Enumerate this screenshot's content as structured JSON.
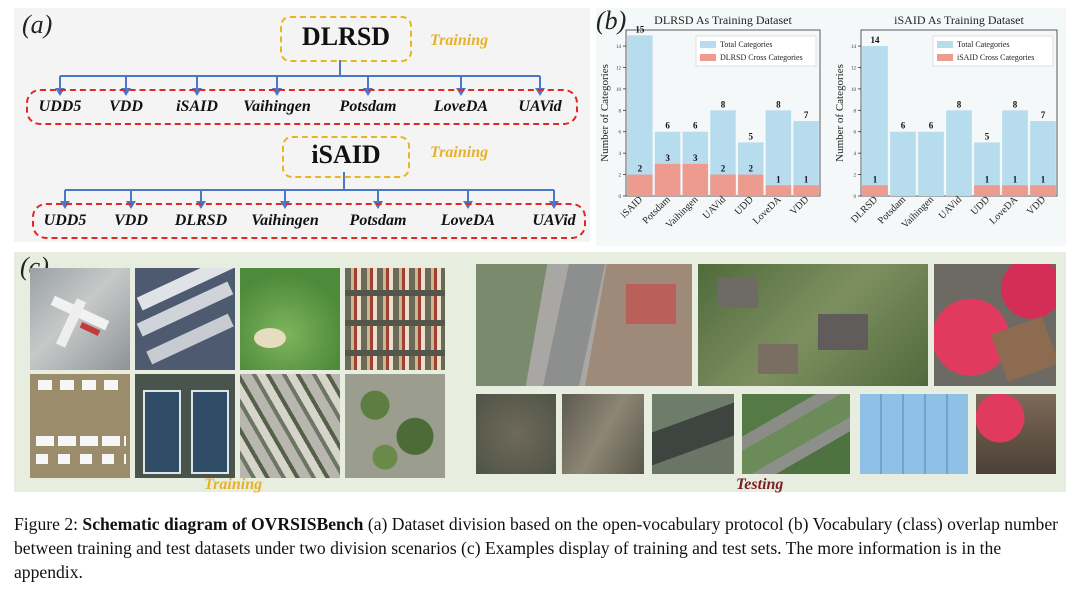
{
  "panel_a": {
    "letter": "(a)",
    "groups": [
      {
        "root": "DLRSD",
        "tag": "Training",
        "leaves": [
          "UDD5",
          "VDD",
          "iSAID",
          "Vaihingen",
          "Potsdam",
          "LoveDA",
          "UAVid"
        ]
      },
      {
        "root": "iSAID",
        "tag": "Training",
        "leaves": [
          "UDD5",
          "VDD",
          "DLRSD",
          "Vaihingen",
          "Potsdam",
          "LoveDA",
          "UAVid"
        ]
      }
    ]
  },
  "panel_b": {
    "letter": "(b)"
  },
  "chart_data": [
    {
      "type": "bar",
      "title": "DLRSD As Training Dataset",
      "ylabel": "Number of Categories",
      "categories": [
        "iSAID",
        "Potsdam",
        "Vaihingen",
        "UAVid",
        "UDD",
        "LoveDA",
        "VDD"
      ],
      "series": [
        {
          "name": "Total Categories",
          "color": "#b6dcee",
          "values": [
            15,
            6,
            6,
            8,
            5,
            8,
            7
          ]
        },
        {
          "name": "DLRSD Cross Categories",
          "color": "#ec9b8e",
          "values": [
            2,
            3,
            3,
            2,
            2,
            1,
            1
          ]
        }
      ],
      "ylim": [
        0,
        15.5
      ],
      "yticks": [
        0,
        2,
        4,
        6,
        8,
        10,
        12,
        14
      ],
      "legend": "top-right"
    },
    {
      "type": "bar",
      "title": "iSAID As Training Dataset",
      "ylabel": "Number of Categories",
      "categories": [
        "DLRSD",
        "Potsdam",
        "Vaihingen",
        "UAVid",
        "UDD",
        "LoveDA",
        "VDD"
      ],
      "series": [
        {
          "name": "Total Categories",
          "color": "#b6dcee",
          "values": [
            14,
            6,
            6,
            8,
            5,
            8,
            7
          ]
        },
        {
          "name": "iSAID Cross Categories",
          "color": "#ec9b8e",
          "values": [
            1,
            0,
            0,
            0,
            1,
            1,
            1
          ]
        }
      ],
      "ylim": [
        0,
        15.5
      ],
      "yticks": [
        0,
        2,
        4,
        6,
        8,
        10,
        12,
        14
      ],
      "legend": "top-right"
    }
  ],
  "panel_c": {
    "letter": "(c)",
    "training_label": "Training",
    "testing_label": "Testing",
    "training_color": "#e8b12a",
    "testing_color": "#7a1f28"
  },
  "caption": {
    "prefix": "Figure 2: ",
    "bold": "Schematic diagram of OVRSISBench",
    "rest": " (a) Dataset division based on the open-vocabulary protocol (b) Vocabulary (class) overlap number between training and test datasets under two division scenarios (c) Examples display of training and test sets. The more information is in the appendix."
  }
}
